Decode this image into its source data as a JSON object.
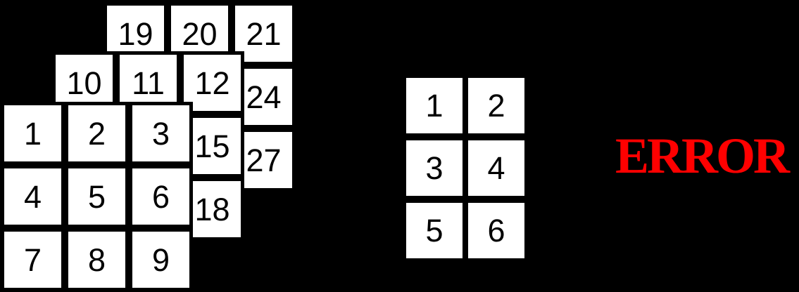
{
  "colors": {
    "background": "#000000",
    "cell_fill": "#ffffff",
    "cell_border": "#000000",
    "number_text": "#000000",
    "error_text": "#ff0000"
  },
  "tensor": {
    "description": "3x3x3 stacked array, three offset layers, hidden cells blank",
    "layers": [
      {
        "name": "back",
        "cells": [
          "19",
          "20",
          "21",
          "",
          "",
          "24",
          "",
          "",
          "27"
        ]
      },
      {
        "name": "middle",
        "cells": [
          "10",
          "11",
          "12",
          "",
          "",
          "15",
          "",
          "",
          "18"
        ]
      },
      {
        "name": "front",
        "cells": [
          "1",
          "2",
          "3",
          "4",
          "5",
          "6",
          "7",
          "8",
          "9"
        ]
      }
    ]
  },
  "matrix": {
    "description": "3 rows x 2 columns array",
    "cells": [
      "1",
      "2",
      "3",
      "4",
      "5",
      "6"
    ]
  },
  "error": {
    "label": "ERROR"
  }
}
